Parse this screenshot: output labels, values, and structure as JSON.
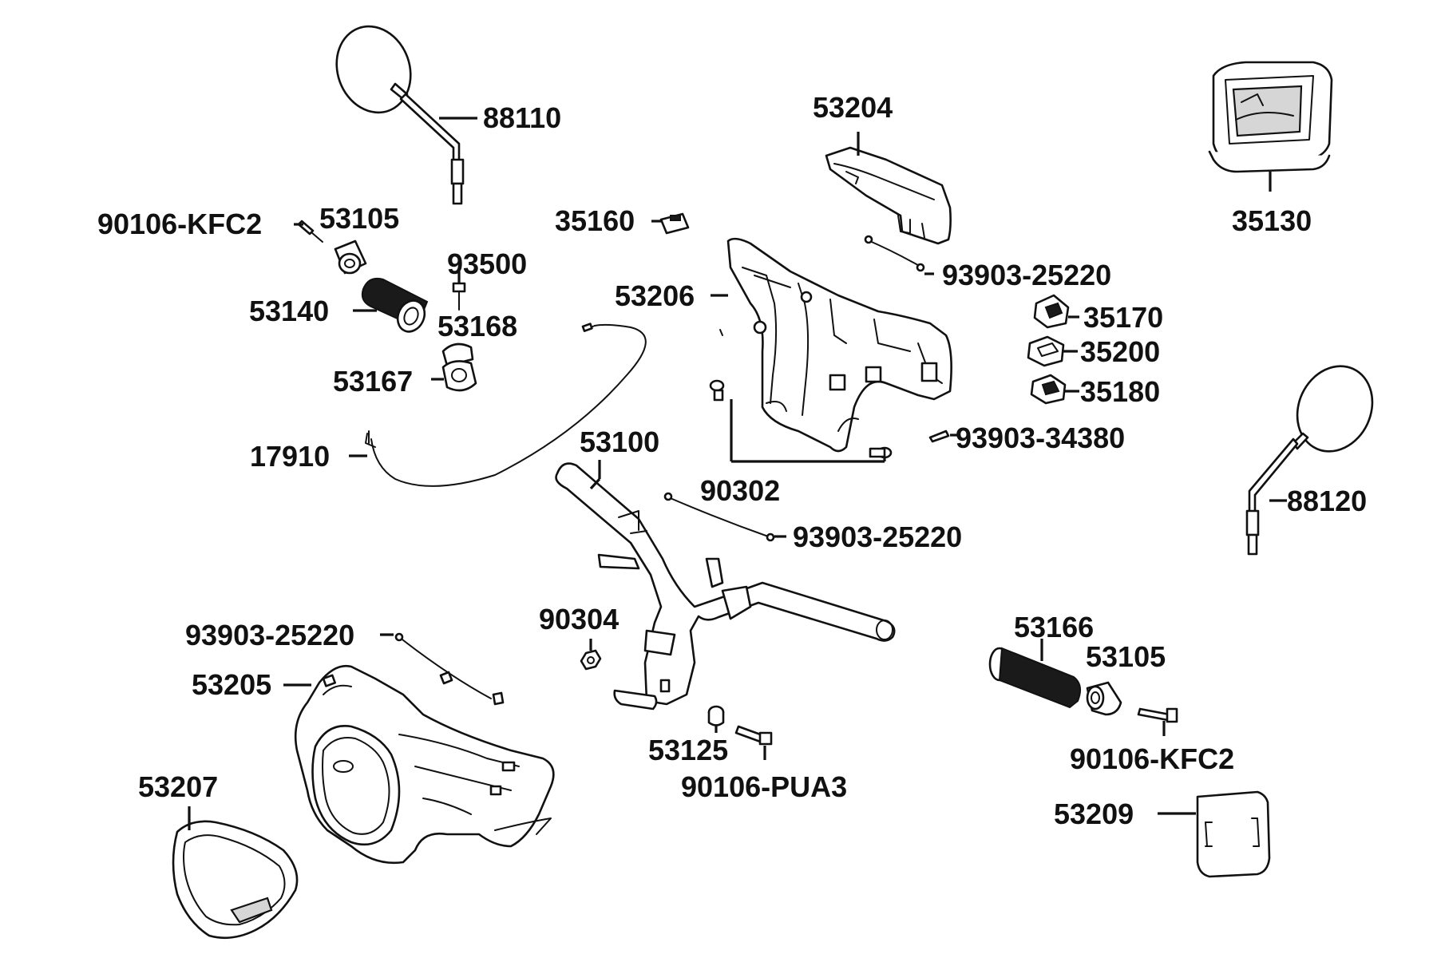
{
  "diagram": {
    "parts": [
      {
        "id": "p_88110",
        "label": "88110"
      },
      {
        "id": "p_90106kfc2_l",
        "label": "90106-KFC2"
      },
      {
        "id": "p_53105_l",
        "label": "53105"
      },
      {
        "id": "p_93500",
        "label": "93500"
      },
      {
        "id": "p_53140",
        "label": "53140"
      },
      {
        "id": "p_53168",
        "label": "53168"
      },
      {
        "id": "p_53167",
        "label": "53167"
      },
      {
        "id": "p_17910",
        "label": "17910"
      },
      {
        "id": "p_35160",
        "label": "35160"
      },
      {
        "id": "p_53204",
        "label": "53204"
      },
      {
        "id": "p_35130",
        "label": "35130"
      },
      {
        "id": "p_93903_25220_a",
        "label": "93903-25220"
      },
      {
        "id": "p_53206",
        "label": "53206"
      },
      {
        "id": "p_35170",
        "label": "35170"
      },
      {
        "id": "p_35200",
        "label": "35200"
      },
      {
        "id": "p_35180",
        "label": "35180"
      },
      {
        "id": "p_93903_34380",
        "label": "93903-34380"
      },
      {
        "id": "p_53100",
        "label": "53100"
      },
      {
        "id": "p_90302",
        "label": "90302"
      },
      {
        "id": "p_88120",
        "label": "88120"
      },
      {
        "id": "p_93903_25220_b",
        "label": "93903-25220"
      },
      {
        "id": "p_90304",
        "label": "90304"
      },
      {
        "id": "p_93903_25220_c",
        "label": "93903-25220"
      },
      {
        "id": "p_53166",
        "label": "53166"
      },
      {
        "id": "p_53105_r",
        "label": "53105"
      },
      {
        "id": "p_53205",
        "label": "53205"
      },
      {
        "id": "p_53125",
        "label": "53125"
      },
      {
        "id": "p_90106pua3",
        "label": "90106-PUA3"
      },
      {
        "id": "p_90106kfc2_r",
        "label": "90106-KFC2"
      },
      {
        "id": "p_53207",
        "label": "53207"
      },
      {
        "id": "p_53209",
        "label": "53209"
      }
    ]
  }
}
